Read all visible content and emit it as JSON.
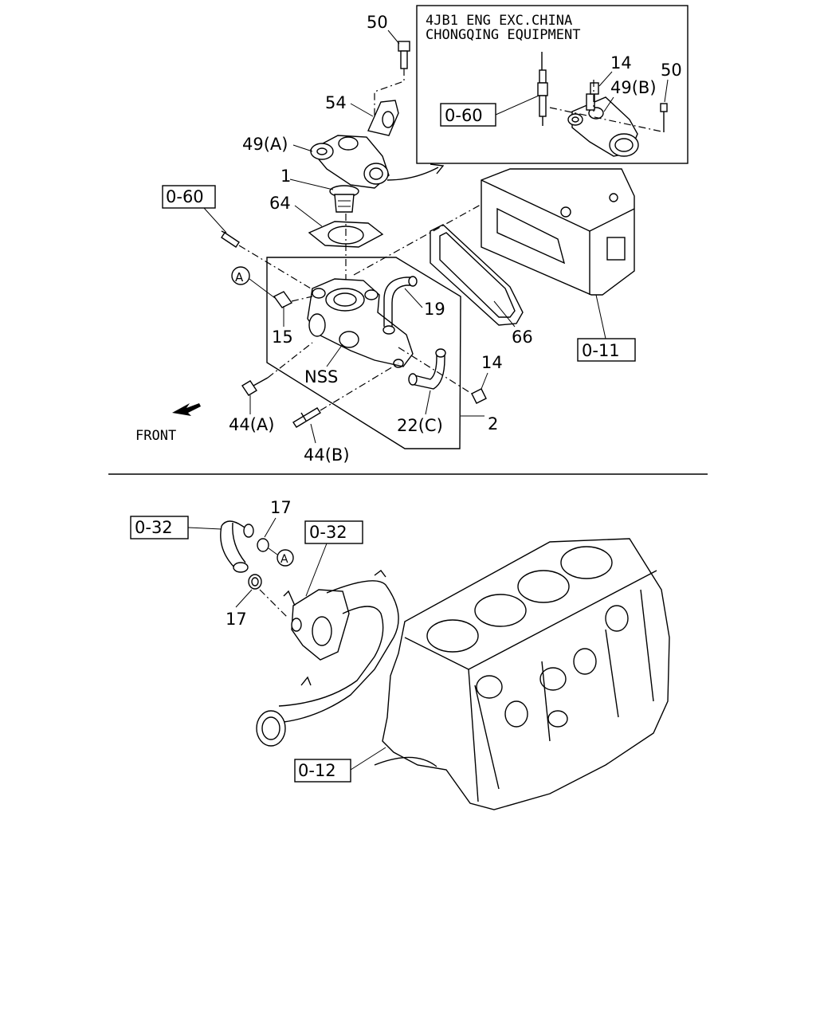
{
  "inset": {
    "line1": "4JB1 ENG EXC.CHINA",
    "line2": "CHONGQING EQUIPMENT",
    "labels": {
      "p14": "14",
      "p49b": "49(B)",
      "p50": "50",
      "ref060": "0-60"
    }
  },
  "top": {
    "p50": "50",
    "p54": "54",
    "p49a": "49(A)",
    "p1": "1",
    "ref060": "0-60",
    "p64": "64",
    "pA": "A",
    "p15": "15",
    "p19": "19",
    "p66": "66",
    "ref011": "0-11",
    "nss": "NSS",
    "p14": "14",
    "p44a": "44(A)",
    "p22c": "22(C)",
    "p2": "2",
    "p44b": "44(B)",
    "front": "FRONT"
  },
  "bottom": {
    "ref032a": "0-32",
    "p17a": "17",
    "ref032b": "0-32",
    "pA": "A",
    "p17b": "17",
    "ref012": "0-12"
  }
}
